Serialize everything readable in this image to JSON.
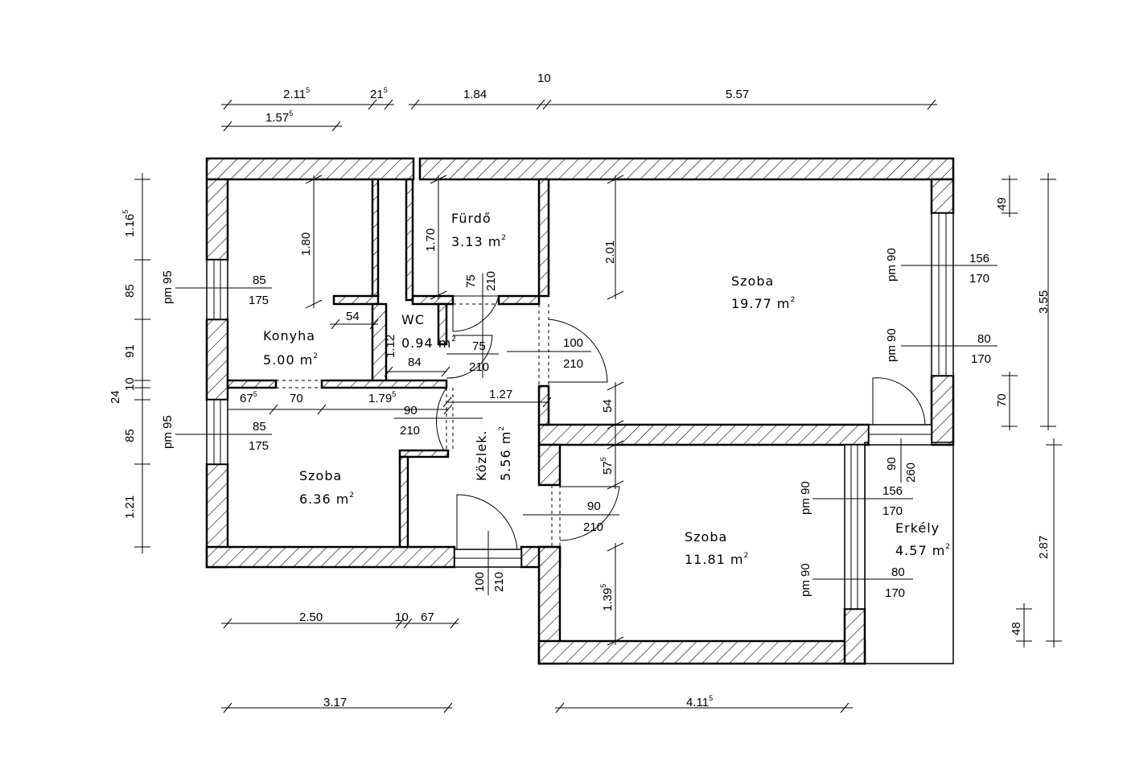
{
  "rooms": {
    "konyha": {
      "name": "Konyha",
      "area": "5.00 m",
      "sq": "2"
    },
    "furdo": {
      "name": "Fürdő",
      "area": "3.13 m",
      "sq": "2"
    },
    "wc": {
      "name": "WC",
      "area": "0.94 m",
      "sq": "2"
    },
    "kozlek": {
      "name": "Közlek.",
      "area": "5.56 m",
      "sq": "2"
    },
    "szoba_big": {
      "name": "Szoba",
      "area": "19.77 m",
      "sq": "2"
    },
    "szoba_small": {
      "name": "Szoba",
      "area": "6.36 m",
      "sq": "2"
    },
    "szoba_mid": {
      "name": "Szoba",
      "area": "11.81 m",
      "sq": "2"
    },
    "erkely": {
      "name": "Erkély",
      "area": "4.57 m",
      "sq": "2"
    }
  },
  "dims_top": {
    "a": {
      "v": "2.11",
      "sup": "5"
    },
    "b": {
      "v": "21",
      "sup": "5"
    },
    "c": "1.84",
    "d": "10",
    "e": "5.57",
    "f": {
      "v": "1.57",
      "sup": "5"
    }
  },
  "dims_left": {
    "a": {
      "v": "1.16",
      "sup": "5"
    },
    "b": "85",
    "c": "91",
    "d": "10",
    "e": "24",
    "f": "85",
    "g": "1.21"
  },
  "dims_right": {
    "a": "49",
    "b": "3.55",
    "c": "70",
    "d": "2.87",
    "e": "48"
  },
  "dims_bottom": {
    "a": "2.50",
    "b": "10",
    "c": "67",
    "d": "3.17",
    "e": {
      "v": "4.11",
      "sup": "5"
    }
  },
  "dims_inner": {
    "h180": "1.80",
    "h170": "1.70",
    "w54": "54",
    "h112": "1.12",
    "w84": "84",
    "h201": "2.01",
    "h54": "54",
    "h57": {
      "v": "57",
      "sup": "5"
    },
    "h139": {
      "v": "1.39",
      "sup": "5"
    },
    "w127": "1.27",
    "w67": {
      "v": "67",
      "sup": "5"
    },
    "w70": "70",
    "w179": {
      "v": "1.79",
      "sup": "5"
    }
  },
  "openings": {
    "win_kitchen": {
      "pm": "pm 95",
      "w": "85",
      "h": "175"
    },
    "win_small": {
      "pm": "pm 95",
      "w": "85",
      "h": "175"
    },
    "door_bath": {
      "w": "75",
      "h": "210"
    },
    "door_wc": {
      "w": "75",
      "h": "210"
    },
    "door_big": {
      "w": "100",
      "h": "210"
    },
    "door_kozlek": {
      "w": "90",
      "h": "210"
    },
    "door_mid": {
      "w": "90",
      "h": "210"
    },
    "door_entry": {
      "w": "100",
      "h": "210"
    },
    "win_big1": {
      "pm": "pm 90",
      "w": "156",
      "h": "170"
    },
    "win_big2": {
      "pm": "pm 90",
      "w": "80",
      "h": "170"
    },
    "door_balcony": {
      "w": "90",
      "h": "260"
    },
    "win_mid1": {
      "pm": "pm 90",
      "w": "156",
      "h": "170"
    },
    "win_mid2": {
      "pm": "pm 90",
      "w": "80",
      "h": "170"
    }
  }
}
